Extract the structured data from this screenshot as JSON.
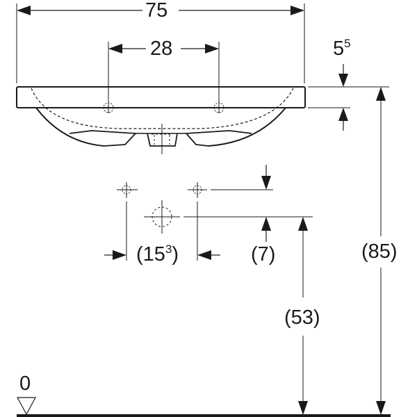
{
  "drawing": {
    "type": "washbasin dimension drawing",
    "dimensions": {
      "overall_width": "75",
      "tap_hole_spacing": "28",
      "rim_thickness": {
        "base": "5",
        "sup": "5"
      },
      "drain_spacing": {
        "open": "(",
        "base": "15",
        "sup": "3",
        "close": ")"
      },
      "drain_offset": "(7)",
      "drain_height": "(53)",
      "rim_height": "(85)",
      "floor_reference": "0"
    },
    "colors": {
      "line": "#1a1a1a",
      "background": "#ffffff"
    }
  }
}
